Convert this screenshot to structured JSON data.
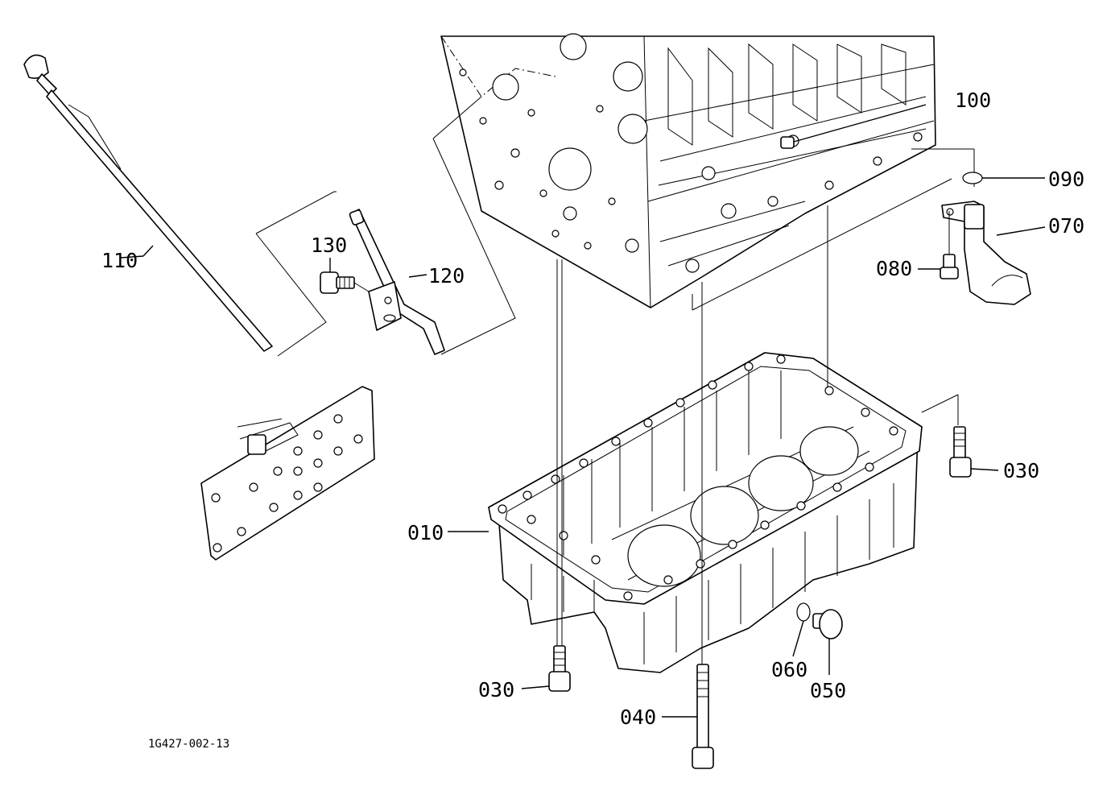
{
  "reference_code": "1G427-002-13",
  "callouts": {
    "c010": "010",
    "c030_right": "030",
    "c030_left": "030",
    "c040": "040",
    "c050": "050",
    "c060": "060",
    "c070": "070",
    "c080": "080",
    "c090": "090",
    "c100": "100",
    "c110": "110",
    "c120": "120",
    "c130": "130"
  }
}
